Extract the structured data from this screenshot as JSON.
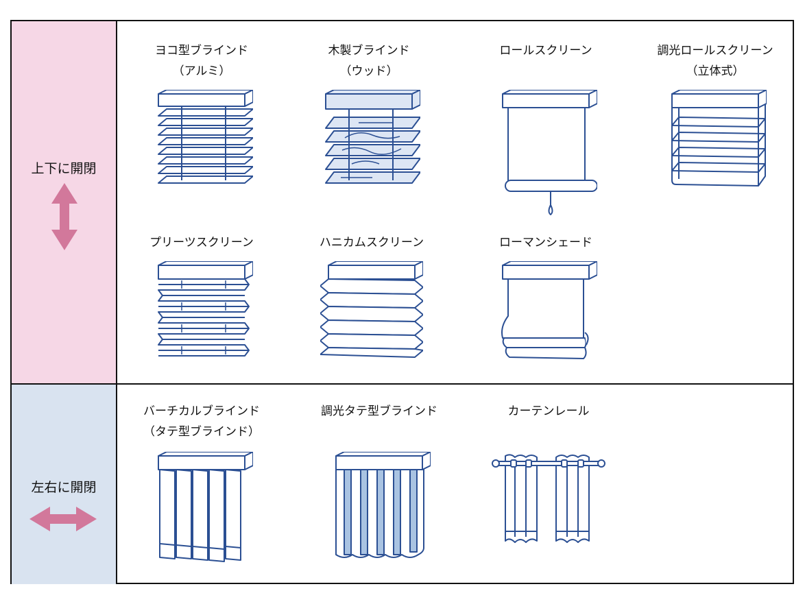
{
  "categories": [
    {
      "label": "上下に開閉",
      "arrow": "vertical-double-arrow-icon",
      "items": [
        {
          "name": "ヨコ型ブラインド",
          "sub": "（アルミ）",
          "icon": "horizontal-aluminum-blind-icon"
        },
        {
          "name": "木製ブラインド",
          "sub": "（ウッド）",
          "icon": "wood-blind-icon"
        },
        {
          "name": "ロールスクリーン",
          "sub": "",
          "icon": "roll-screen-icon"
        },
        {
          "name": "調光ロールスクリーン",
          "sub": "（立体式）",
          "icon": "dimming-roll-screen-icon"
        },
        {
          "name": "プリーツスクリーン",
          "sub": "",
          "icon": "pleated-screen-icon"
        },
        {
          "name": "ハニカムスクリーン",
          "sub": "",
          "icon": "honeycomb-screen-icon"
        },
        {
          "name": "ローマンシェード",
          "sub": "",
          "icon": "roman-shade-icon"
        }
      ]
    },
    {
      "label": "左右に開閉",
      "arrow": "horizontal-double-arrow-icon",
      "items": [
        {
          "name": "バーチカルブラインド",
          "sub": "（タテ型ブラインド）",
          "icon": "vertical-blind-icon"
        },
        {
          "name": "調光タテ型ブラインド",
          "sub": "",
          "icon": "dimming-vertical-blind-icon"
        },
        {
          "name": "カーテンレール",
          "sub": "",
          "icon": "curtain-rail-icon"
        }
      ]
    }
  ],
  "colors": {
    "line": "#2b4f93",
    "fill_light": "#dde6f4",
    "fill_stripe": "#a9c3e2",
    "pink_bg": "#f6d7e6",
    "blue_bg": "#d9e3f0",
    "arrow": "#d2789b",
    "border": "#111111"
  }
}
